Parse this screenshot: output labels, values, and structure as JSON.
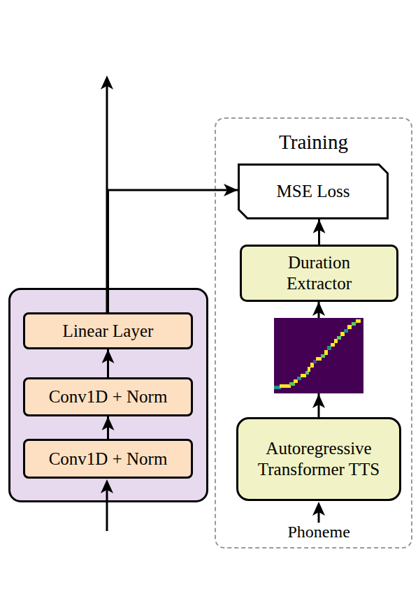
{
  "diagram": {
    "nodes": [
      {
        "text": [
          "Linear Layer"
        ]
      },
      {
        "text": [
          "Conv1D + Norm"
        ]
      },
      {
        "text": [
          "Conv1D + Norm"
        ]
      },
      {
        "text": [
          "Training"
        ]
      },
      {
        "text": [
          "MSE Loss"
        ],
        "in": 3
      },
      {
        "text": [
          "Duration Extractor"
        ],
        "in": 3
      },
      {
        "text": [
          "Autoregressive Transformer TTS"
        ],
        "in": 3
      }
    ],
    "edges": [
      {
        "from": 2,
        "to": 1,
        "arrow": "to"
      },
      {
        "from": 1,
        "to": 0,
        "arrow": "to"
      },
      {
        "from": 0,
        "to": 4,
        "arrow": "to"
      },
      {
        "from": 6,
        "to": 5,
        "arrow": "to"
      },
      {
        "from": 5,
        "to": 4,
        "arrow": "to"
      }
    ],
    "labels": [
      "Phoneme"
    ]
  }
}
